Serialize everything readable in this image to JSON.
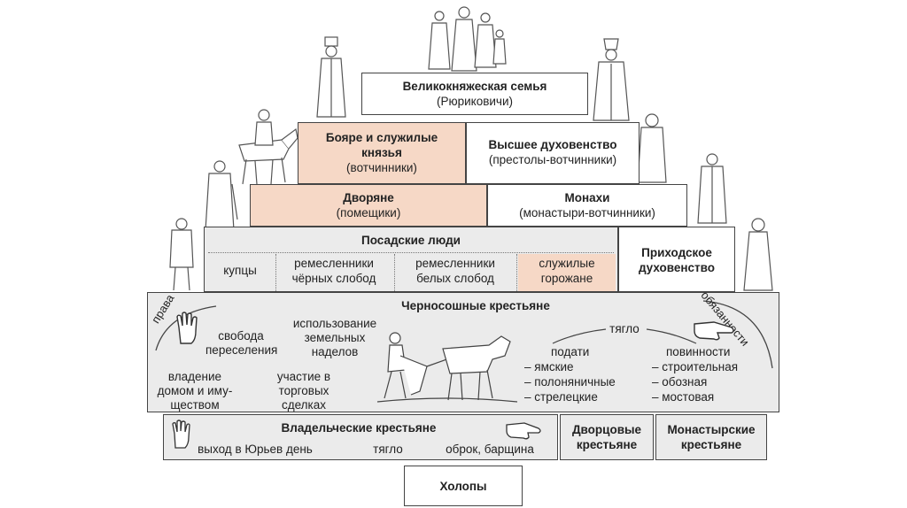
{
  "top": {
    "title": "Великокняжеская семья",
    "subtitle": "(Рюриковичи)"
  },
  "boyars": {
    "title": "Бояре и служилые князья",
    "subtitle": "(вотчинники)"
  },
  "high_clergy": {
    "title": "Высшее духовенство",
    "subtitle": "(престолы-вотчинники)"
  },
  "nobles": {
    "title": "Дворяне",
    "subtitle": "(помещики)"
  },
  "monks": {
    "title": "Монахи",
    "subtitle": "(монастыри-вотчинники)"
  },
  "posad": {
    "title": "Посадские люди",
    "cells": [
      "купцы",
      "ремесленники чёрных слобод",
      "ремесленники белых слобод",
      "служилые горожане"
    ]
  },
  "parish_clergy": {
    "title": "Приходское духовенство"
  },
  "black_peasants": {
    "title": "Черносошные крестьяне",
    "rights_label": "права",
    "duties_label": "обязанности",
    "rights": [
      "свобода переселения",
      "использование земельных наделов",
      "владение домом и иму-ществом",
      "участие в торговых сделках"
    ],
    "tyaglo": "тягло",
    "taxes": {
      "title": "подати",
      "items": [
        "– ямские",
        "– полоняничные",
        "– стрелецкие"
      ]
    },
    "duties": {
      "title": "повинности",
      "items": [
        "– строительная",
        "– обозная",
        "– мостовая"
      ]
    }
  },
  "owner_peasants": {
    "title": "Владельческие крестьяне",
    "items": [
      "выход в Юрьев день",
      "тягло",
      "оброк, барщина"
    ]
  },
  "court_peasants": {
    "title": "Дворцовые крестьяне"
  },
  "monastery_peasants": {
    "title": "Монастырские крестьяне"
  },
  "serfs": {
    "title": "Холопы"
  },
  "colors": {
    "peach": "#f6d8c6",
    "grey": "#ebebeb",
    "border": "#444444"
  }
}
